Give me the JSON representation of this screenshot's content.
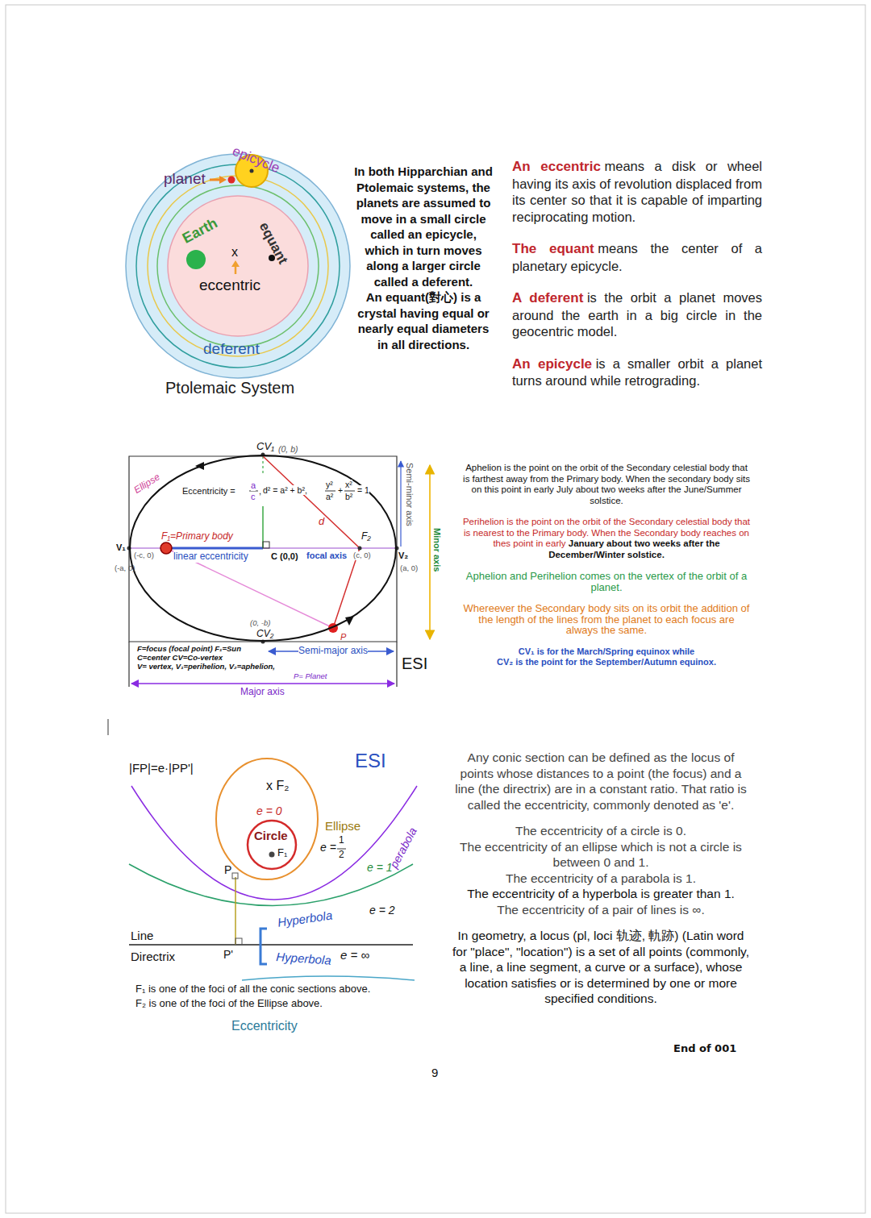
{
  "diagram": {
    "nodes": [
      {
        "text": [
          "deferent"
        ]
      },
      {
        "text": [
          "Earth",
          "x",
          "eccentric",
          "equant"
        ],
        "in": 0
      },
      {
        "text": [
          "epicycle"
        ],
        "in": 0
      },
      {
        "text": [
          "Ellipse"
        ]
      },
      {
        "text": [
          "Ellipse"
        ]
      },
      {
        "text": [
          "Circle"
        ],
        "in": 4
      }
    ],
    "labels": [
      "planet",
      "Ptolemaic System",
      "In both Hipparchian and Ptolemaic systems, the planets are assumed to move in a small circle called an epicycle, which in turn moves along a larger circle called a deferent.",
      "An equant(對心) is a crystal having equal or nearly equal diameters in all directions.",
      "An eccentric",
      "means a disk or wheel having its axis of revolution displaced from its center so that it is capable of imparting reciprocating motion.",
      "The equant",
      "means the center of a planetary epicycle.",
      "A deferent",
      "is the orbit a planet moves around the earth in a big circle in the geocentric model.",
      "An epicycle",
      "is a smaller orbit a planet turns around while retrograding.",
      "CV₁",
      "(0, b)",
      "Eccentricity =",
      "a",
      "c",
      ",",
      "d² = a² + b²,",
      "y²",
      "a²",
      "+",
      "x²",
      "b²",
      "= 1",
      "d",
      "F₁=Primary body",
      "F₂",
      "V₁",
      "(-c, 0)",
      "linear eccentricity",
      "C (0,0)",
      "focal axis",
      "(c, 0)",
      "V₂",
      "(-a, 0)",
      "(a, 0)",
      "(0, -b)",
      "CV₂",
      "P",
      "Semi-minor axis",
      "Minor axis",
      "F=focus (focal point) F₁=Sun",
      "C=center CV=Co-vertex",
      "V= vertex, V₁=perihelion, V₂=aphelion,",
      "P= Planet",
      "Semi-major axis",
      "Major axis",
      "ESI",
      "Aphelion is the point on the orbit of the Secondary celestial body that is farthest away from the Primary body. When the secondary body sits on this point in early July about two weeks after the June/Summer solstice.",
      "Perihelion is the point on the orbit of the Secondary celestial body that is nearest to the Primary body. When the Secondary body reaches on thes point in early",
      "January about two weeks after the December/Winter solstice.",
      "Aphelion and Perihelion comes on the vertex of the orbit of a planet.",
      "Whereever the Secondary body sits on its orbit the addition of the length of the lines from the planet to each focus are always the same.",
      "CV₁ is for the March/Spring equinox while",
      "CV₂ is the point for the September/Autumn equinox.",
      "|FP|=e·|PP'|",
      "ESI",
      "x F₂",
      "e = 0",
      "F₁",
      "e =",
      "1",
      "2",
      "perabola",
      "e = 1",
      "P",
      "Hyperbola",
      "e = 2",
      "Line",
      "Directrix",
      "P'",
      "e = ∞",
      "Hyperbola",
      "F₁ is one of the foci of all the conic sections above.",
      "F₂ is one of the foci of the Ellipse above.",
      "Eccentricity",
      "Any conic section can be defined as the locus of points whose distances to a point (the focus) and a line (the directrix) are in a constant ratio. That ratio is called the eccentricity, commonly denoted as 'e'.",
      "The eccentricity of a circle is 0.",
      "The eccentricity of an ellipse which is not a circle is between 0 and 1.",
      "The eccentricity of a parabola is 1.",
      "The eccentricity of a hyperbola is greater than 1.",
      "The eccentricity of a pair of lines is ∞.",
      "In geometry, a locus (pl, loci 轨迹, 軌跡) (Latin word for \"place\", \"location\") is a set of all points (commonly, a line, a line segment, a curve or a surface), whose location satisfies or is determined by one or more specified conditions.",
      "End of 001",
      "9"
    ]
  }
}
